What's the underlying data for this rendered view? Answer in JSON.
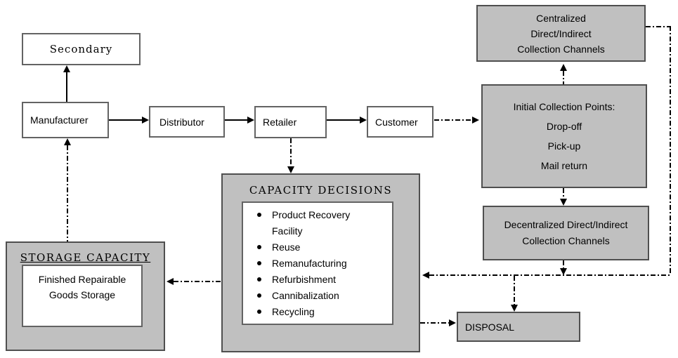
{
  "colors": {
    "gray_fill": "#c0c0c0",
    "white_fill": "#ffffff",
    "gray_box_border": "#4f4f4f",
    "white_box_border": "#636363",
    "line_color": "#000000"
  },
  "nodes": {
    "secondary": {
      "label": "Secondary"
    },
    "manufacturer": {
      "label": "Manufacturer"
    },
    "distributor": {
      "label": "Distributor"
    },
    "retailer": {
      "label": "Retailer"
    },
    "customer": {
      "label": "Customer"
    },
    "centralized_channels": {
      "lines": [
        "Centralized",
        "Direct/Indirect",
        "Collection Channels"
      ]
    },
    "initial_collection_points": {
      "lines": [
        "Initial Collection Points:",
        "Drop-off",
        "Pick-up",
        "Mail return"
      ]
    },
    "decentralized_channels": {
      "lines": [
        "Decentralized Direct/Indirect",
        "Collection Channels"
      ]
    },
    "capacity_decisions": {
      "title": "CAPACITY DECISIONS",
      "items": [
        "Product Recovery Facility",
        "Reuse",
        "Remanufacturing",
        "Refurbishment",
        "Cannibalization",
        "Recycling"
      ]
    },
    "storage_capacity": {
      "title": "STORAGE CAPACITY",
      "inner_label": "Finished Repairable Goods Storage"
    },
    "disposal": {
      "label": "DISPOSAL"
    }
  },
  "edges": [
    {
      "from": "manufacturer",
      "to": "secondary",
      "style": "solid"
    },
    {
      "from": "manufacturer",
      "to": "distributor",
      "style": "solid"
    },
    {
      "from": "distributor",
      "to": "retailer",
      "style": "solid"
    },
    {
      "from": "retailer",
      "to": "customer",
      "style": "solid"
    },
    {
      "from": "customer",
      "to": "initial_collection_points",
      "style": "dash-dot"
    },
    {
      "from": "initial_collection_points",
      "to": "centralized_channels",
      "style": "dash-dot"
    },
    {
      "from": "initial_collection_points",
      "to": "decentralized_channels",
      "style": "dash-dot"
    },
    {
      "from": "centralized_channels",
      "to": "capacity_decisions",
      "style": "dash-dot"
    },
    {
      "from": "decentralized_channels",
      "to": "capacity_decisions",
      "style": "dash-dot"
    },
    {
      "from": "collection_line",
      "to": "disposal",
      "style": "dash-dot"
    },
    {
      "from": "capacity_decisions",
      "to": "disposal",
      "style": "dash-dot"
    },
    {
      "from": "capacity_decisions",
      "to": "storage_capacity",
      "style": "dash-dot"
    },
    {
      "from": "storage_capacity",
      "to": "manufacturer",
      "style": "dash-dot"
    },
    {
      "from": "retailer",
      "to": "capacity_decisions",
      "style": "dash-dot"
    }
  ]
}
